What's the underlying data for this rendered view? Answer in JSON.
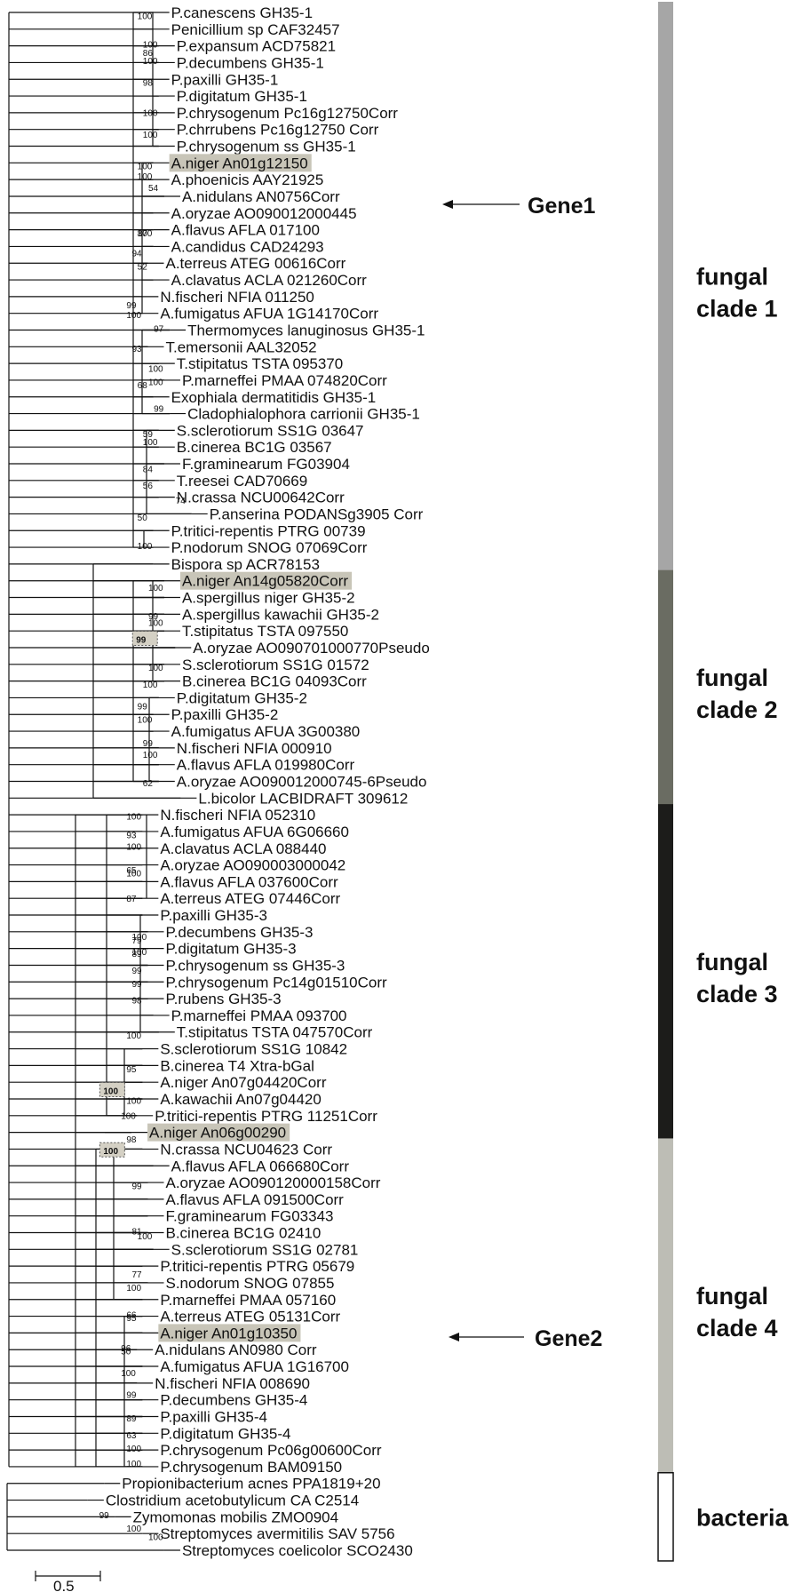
{
  "colors": {
    "highlight": "#c8c5b8",
    "clade1": "#a6a6a6",
    "clade2": "#6a6c62",
    "clade3": "#1c1c1a",
    "clade4": "#bdbdb5",
    "bacteria": "#ffffff",
    "line": "#111111"
  },
  "leaves": [
    {
      "label": "P.canescens GH35-1",
      "depth": 31
    },
    {
      "label": "Penicillium sp CAF32457",
      "depth": 31
    },
    {
      "label": "P.expansum ACD75821",
      "depth": 32
    },
    {
      "label": "P.decumbens GH35-1",
      "depth": 32
    },
    {
      "label": "P.paxilli GH35-1",
      "depth": 31
    },
    {
      "label": "P.digitatum GH35-1",
      "depth": 32
    },
    {
      "label": "P.chrysogenum Pc16g12750Corr",
      "depth": 32
    },
    {
      "label": "P.chrrubens Pc16g12750 Corr",
      "depth": 32
    },
    {
      "label": "P.chrysogenum ss GH35-1",
      "depth": 32
    },
    {
      "label": "A.niger An01g12150",
      "depth": 31,
      "hl": true
    },
    {
      "label": "A.phoenicis AAY21925",
      "depth": 31
    },
    {
      "label": "A.nidulans AN0756Corr",
      "depth": 33
    },
    {
      "label": "A.oryzae AO090012000445",
      "depth": 31
    },
    {
      "label": "A.flavus AFLA 017100",
      "depth": 31
    },
    {
      "label": "A.candidus CAD24293",
      "depth": 31
    },
    {
      "label": "A.terreus ATEG 00616Corr",
      "depth": 30
    },
    {
      "label": "A.clavatus ACLA 021260Corr",
      "depth": 31
    },
    {
      "label": "N.fischeri NFIA 011250",
      "depth": 29
    },
    {
      "label": "A.fumigatus AFUA 1G14170Corr",
      "depth": 29
    },
    {
      "label": "Thermomyces lanuginosus GH35-1",
      "depth": 34
    },
    {
      "label": "T.emersonii AAL32052",
      "depth": 30
    },
    {
      "label": "T.stipitatus TSTA 095370",
      "depth": 32
    },
    {
      "label": "P.marneffei PMAA 074820Corr",
      "depth": 33
    },
    {
      "label": "Exophiala dermatitidis GH35-1",
      "depth": 31
    },
    {
      "label": "Cladophialophora carrionii GH35-1",
      "depth": 34
    },
    {
      "label": "S.sclerotiorum SS1G 03647",
      "depth": 32
    },
    {
      "label": "B.cinerea BC1G 03567",
      "depth": 32
    },
    {
      "label": "F.graminearum FG03904",
      "depth": 33
    },
    {
      "label": "T.reesei CAD70669",
      "depth": 32
    },
    {
      "label": "N.crassa NCU00642Corr",
      "depth": 32
    },
    {
      "label": "P.anserina PODANSg3905 Corr",
      "depth": 38
    },
    {
      "label": "P.tritici-repentis PTRG 00739",
      "depth": 31
    },
    {
      "label": "P.nodorum SNOG 07069Corr",
      "depth": 31
    },
    {
      "label": "Bispora sp ACR78153",
      "depth": 31
    },
    {
      "label": "A.niger An14g05820Corr",
      "depth": 33,
      "hl": true
    },
    {
      "label": "A.spergillus niger GH35-2",
      "depth": 33
    },
    {
      "label": "A.spergillus kawachii GH35-2",
      "depth": 33
    },
    {
      "label": "T.stipitatus TSTA 097550",
      "depth": 33
    },
    {
      "label": "A.oryzae AO090701000770Pseudo",
      "depth": 35
    },
    {
      "label": "S.sclerotiorum SS1G 01572",
      "depth": 33
    },
    {
      "label": "B.cinerea BC1G 04093Corr",
      "depth": 33
    },
    {
      "label": "P.digitatum GH35-2",
      "depth": 32
    },
    {
      "label": "P.paxilli GH35-2",
      "depth": 31
    },
    {
      "label": "A.fumigatus AFUA 3G00380",
      "depth": 31
    },
    {
      "label": "N.fischeri NFIA 000910",
      "depth": 32
    },
    {
      "label": "A.flavus AFLA 019980Corr",
      "depth": 32
    },
    {
      "label": "A.oryzae AO090012000745-6Pseudo",
      "depth": 32
    },
    {
      "label": "L.bicolor LACBIDRAFT 309612",
      "depth": 36
    },
    {
      "label": "N.fischeri NFIA 052310",
      "depth": 29
    },
    {
      "label": "A.fumigatus AFUA 6G06660",
      "depth": 29
    },
    {
      "label": "A.clavatus ACLA 088440",
      "depth": 29
    },
    {
      "label": "A.oryzae AO090003000042",
      "depth": 29
    },
    {
      "label": "A.flavus AFLA 037600Corr",
      "depth": 29
    },
    {
      "label": "A.terreus ATEG 07446Corr",
      "depth": 29
    },
    {
      "label": "P.paxilli GH35-3",
      "depth": 29
    },
    {
      "label": "P.decumbens GH35-3",
      "depth": 30
    },
    {
      "label": "P.digitatum GH35-3",
      "depth": 30
    },
    {
      "label": "P.chrysogenum ss GH35-3",
      "depth": 30
    },
    {
      "label": "P.chrysogenum Pc14g01510Corr",
      "depth": 30
    },
    {
      "label": "P.rubens GH35-3",
      "depth": 30
    },
    {
      "label": "P.marneffei PMAA 093700",
      "depth": 31
    },
    {
      "label": "T.stipitatus TSTA 047570Corr",
      "depth": 32
    },
    {
      "label": "S.sclerotiorum SS1G 10842",
      "depth": 29
    },
    {
      "label": "B.cinerea T4 Xtra-bGal",
      "depth": 29
    },
    {
      "label": "A.niger An07g04420Corr",
      "depth": 29
    },
    {
      "label": "A.kawachii An07g04420",
      "depth": 29
    },
    {
      "label": "P.tritici-repentis PTRG 11251Corr",
      "depth": 28
    },
    {
      "label": "A.niger An06g00290",
      "depth": 27,
      "hl": true
    },
    {
      "label": "N.crassa NCU04623 Corr",
      "depth": 29
    },
    {
      "label": "A.flavus AFLA 066680Corr",
      "depth": 31
    },
    {
      "label": "A.oryzae AO090120000158Corr",
      "depth": 30
    },
    {
      "label": "A.flavus AFLA 091500Corr",
      "depth": 30
    },
    {
      "label": "F.graminearum FG03343",
      "depth": 30
    },
    {
      "label": "B.cinerea BC1G 02410",
      "depth": 30
    },
    {
      "label": "S.sclerotiorum SS1G 02781",
      "depth": 31
    },
    {
      "label": "P.tritici-repentis PTRG 05679",
      "depth": 29
    },
    {
      "label": "S.nodorum SNOG 07855",
      "depth": 30
    },
    {
      "label": "P.marneffei PMAA 057160",
      "depth": 29
    },
    {
      "label": "A.terreus ATEG 05131Corr",
      "depth": 29
    },
    {
      "label": "A.niger An01g10350",
      "depth": 29,
      "hl": true
    },
    {
      "label": "A.nidulans AN0980 Corr",
      "depth": 28
    },
    {
      "label": "A.fumigatus AFUA 1G16700",
      "depth": 29
    },
    {
      "label": "N.fischeri NFIA 008690",
      "depth": 28
    },
    {
      "label": "P.decumbens GH35-4",
      "depth": 29
    },
    {
      "label": "P.paxilli GH35-4",
      "depth": 29
    },
    {
      "label": "P.digitatum GH35-4",
      "depth": 29
    },
    {
      "label": "P.chrysogenum Pc06g00600Corr",
      "depth": 29
    },
    {
      "label": "P.chrysogenum BAM09150",
      "depth": 29
    },
    {
      "label": "Propionibacterium acnes PPA1819+20",
      "depth": 22
    },
    {
      "label": "Clostridium acetobutylicum CA C2514",
      "depth": 19
    },
    {
      "label": "Zymomonas mobilis ZMO0904",
      "depth": 24
    },
    {
      "label": "Streptomyces avermitilis SAV 5756",
      "depth": 29
    },
    {
      "label": "Streptomyces coelicolor SCO2430",
      "depth": 33
    }
  ],
  "supports": [
    {
      "v": "100",
      "leaf": 0.5
    },
    {
      "v": "100",
      "leaf": 2.2
    },
    {
      "v": "86",
      "leaf": 2.7
    },
    {
      "v": "100",
      "leaf": 3.2
    },
    {
      "v": "98",
      "leaf": 4.5
    },
    {
      "v": "100",
      "leaf": 6.3
    },
    {
      "v": "100",
      "leaf": 7.6
    },
    {
      "v": "100",
      "leaf": 9.5
    },
    {
      "v": "100",
      "leaf": 10.1
    },
    {
      "v": "54",
      "leaf": 10.8
    },
    {
      "v": "87",
      "leaf": 13.5
    },
    {
      "v": "100",
      "leaf": 13.5
    },
    {
      "v": "94",
      "leaf": 14.7
    },
    {
      "v": "52",
      "leaf": 15.5
    },
    {
      "v": "99",
      "leaf": 17.8
    },
    {
      "v": "100",
      "leaf": 18.4
    },
    {
      "v": "97",
      "leaf": 19.2
    },
    {
      "v": "93",
      "leaf": 20.4
    },
    {
      "v": "100",
      "leaf": 21.6
    },
    {
      "v": "100",
      "leaf": 22.4
    },
    {
      "v": "68",
      "leaf": 22.6
    },
    {
      "v": "99",
      "leaf": 24.0
    },
    {
      "v": "59",
      "leaf": 25.5
    },
    {
      "v": "100",
      "leaf": 26.0
    },
    {
      "v": "84",
      "leaf": 27.6
    },
    {
      "v": "56",
      "leaf": 28.6
    },
    {
      "v": "74",
      "leaf": 29.5
    },
    {
      "v": "50",
      "leaf": 30.5
    },
    {
      "v": "100",
      "leaf": 32.2
    },
    {
      "v": "100",
      "leaf": 34.7
    },
    {
      "v": "99",
      "leaf": 36.4
    },
    {
      "v": "100",
      "leaf": 36.8
    },
    {
      "v": "100",
      "leaf": 39.5
    },
    {
      "v": "100",
      "leaf": 40.5
    },
    {
      "v": "100",
      "leaf": 42.6
    },
    {
      "v": "100",
      "leaf": 44.7
    },
    {
      "v": "62",
      "leaf": 46.4
    },
    {
      "v": "99",
      "leaf": 41.8
    },
    {
      "v": "100",
      "leaf": 48.4
    },
    {
      "v": "93",
      "leaf": 49.5
    },
    {
      "v": "100",
      "leaf": 50.2
    },
    {
      "v": "65",
      "leaf": 51.6
    },
    {
      "v": "87",
      "leaf": 53.3
    },
    {
      "v": "79",
      "leaf": 55.8
    },
    {
      "v": "89",
      "leaf": 56.6
    },
    {
      "v": "99",
      "leaf": 57.6
    },
    {
      "v": "99",
      "leaf": 58.4
    },
    {
      "v": "98",
      "leaf": 59.4
    },
    {
      "v": "100",
      "leaf": 56.5
    },
    {
      "v": "100",
      "leaf": 61.5
    },
    {
      "v": "95",
      "leaf": 63.5
    },
    {
      "v": "100",
      "leaf": 65.4
    },
    {
      "v": "100",
      "leaf": 51.8
    },
    {
      "v": "98",
      "leaf": 67.7
    },
    {
      "v": "100",
      "leaf": 66.3
    },
    {
      "v": "99",
      "leaf": 70.5
    },
    {
      "v": "100",
      "leaf": 73.5
    },
    {
      "v": "81",
      "leaf": 73.2
    },
    {
      "v": "77",
      "leaf": 75.8
    },
    {
      "v": "100",
      "leaf": 76.6
    },
    {
      "v": "66",
      "leaf": 78.2
    },
    {
      "v": "95",
      "leaf": 78.4
    },
    {
      "v": "96",
      "leaf": 80.2
    },
    {
      "v": "50",
      "leaf": 80.4
    },
    {
      "v": "100",
      "leaf": 81.7
    },
    {
      "v": "99",
      "leaf": 83.0
    },
    {
      "v": "89",
      "leaf": 84.4
    },
    {
      "v": "63",
      "leaf": 85.4
    },
    {
      "v": "100",
      "leaf": 86.2
    },
    {
      "v": "100",
      "leaf": 87.1
    },
    {
      "v": "99",
      "leaf": 44.0
    },
    {
      "v": "100",
      "leaf": 55.6
    },
    {
      "v": "100",
      "leaf": 91.0
    },
    {
      "v": "100",
      "leaf": 91.5
    },
    {
      "v": "99",
      "leaf": 90.2
    }
  ],
  "boxed": [
    {
      "v": "99",
      "leaf": 37.6
    },
    {
      "v": "100",
      "leaf": 64.6
    },
    {
      "v": "100",
      "leaf": 68.2
    }
  ],
  "annotations": {
    "gene1": "Gene1",
    "gene2": "Gene2"
  },
  "clades": [
    {
      "line1": "fungal",
      "line2": "clade 1",
      "color_key": "clade1",
      "from": 0,
      "to": 33
    },
    {
      "line1": "fungal",
      "line2": "clade 2",
      "color_key": "clade2",
      "from": 34,
      "to": 47
    },
    {
      "line1": "fungal",
      "line2": "clade 3",
      "color_key": "clade3",
      "from": 48,
      "to": 67
    },
    {
      "line1": "fungal",
      "line2": "clade 4",
      "color_key": "clade4",
      "from": 68,
      "to": 87
    },
    {
      "line1": "bacteria",
      "line2": "",
      "color_key": "bacteria",
      "from": 88,
      "to": 92
    }
  ],
  "scale": {
    "label": "0.5"
  }
}
